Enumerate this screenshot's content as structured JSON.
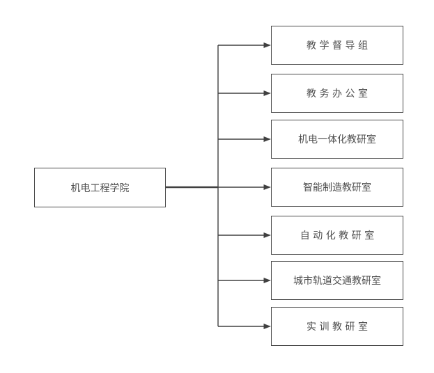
{
  "diagram": {
    "root": {
      "label": "机电工程学院"
    },
    "children": [
      {
        "label": "教学督导组"
      },
      {
        "label": "教务办公室"
      },
      {
        "label": "机电一体化教研室"
      },
      {
        "label": "智能制造教研室"
      },
      {
        "label": "自动化教研室"
      },
      {
        "label": "城市轨道交通教研室"
      },
      {
        "label": "实训教研室"
      }
    ],
    "colors": {
      "line": "#404040",
      "border": "#4a4a4a",
      "text": "#4d4d4d",
      "bg": "#ffffff"
    }
  }
}
